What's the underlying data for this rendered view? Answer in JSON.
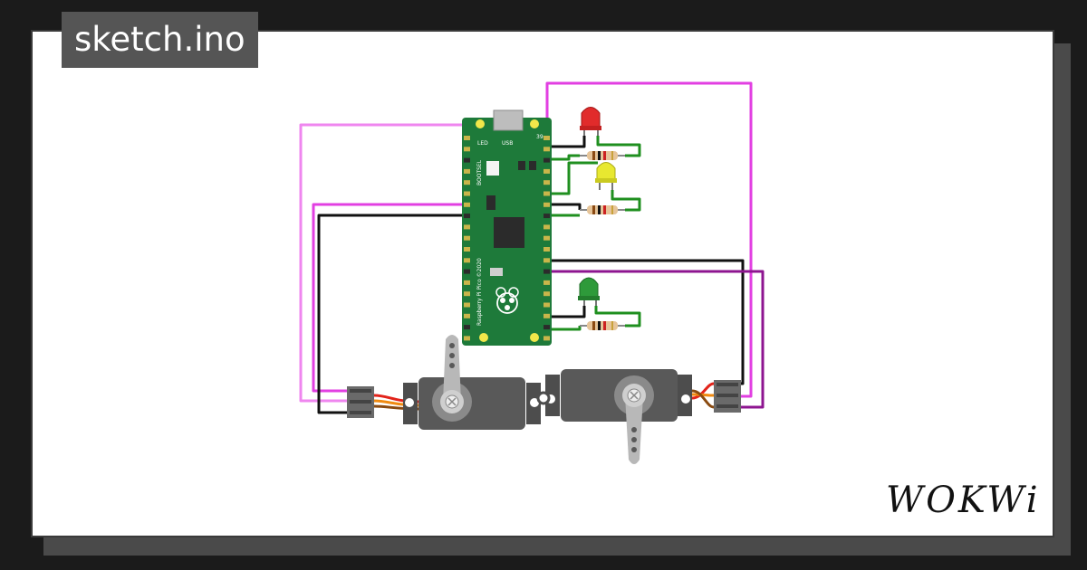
{
  "file_tab": {
    "label": "sketch.ino"
  },
  "brand": {
    "label": "WOKWi"
  },
  "board": {
    "name_label": "Raspberry Pi Pico ©2020",
    "led_label": "LED",
    "usb_label": "USB",
    "bootsel_label": "BOOTSEL",
    "pin_label": "39"
  },
  "components": {
    "leds": [
      {
        "name": "led-red",
        "color": "#e12b2b"
      },
      {
        "name": "led-yellow",
        "color": "#e8e830"
      },
      {
        "name": "led-green",
        "color": "#2e9a3a"
      }
    ],
    "resistors": 3,
    "servos": 2
  },
  "colors": {
    "board": "#1e7a3a",
    "wire_magenta": "#e23fe2",
    "wire_light_pink": "#ef86ef",
    "wire_black": "#111111",
    "wire_green": "#1f8f1f",
    "wire_purple": "#8e1590",
    "servo_body": "#595959",
    "servo_cable_orange": "#f08a10",
    "servo_cable_red": "#e2231a"
  }
}
